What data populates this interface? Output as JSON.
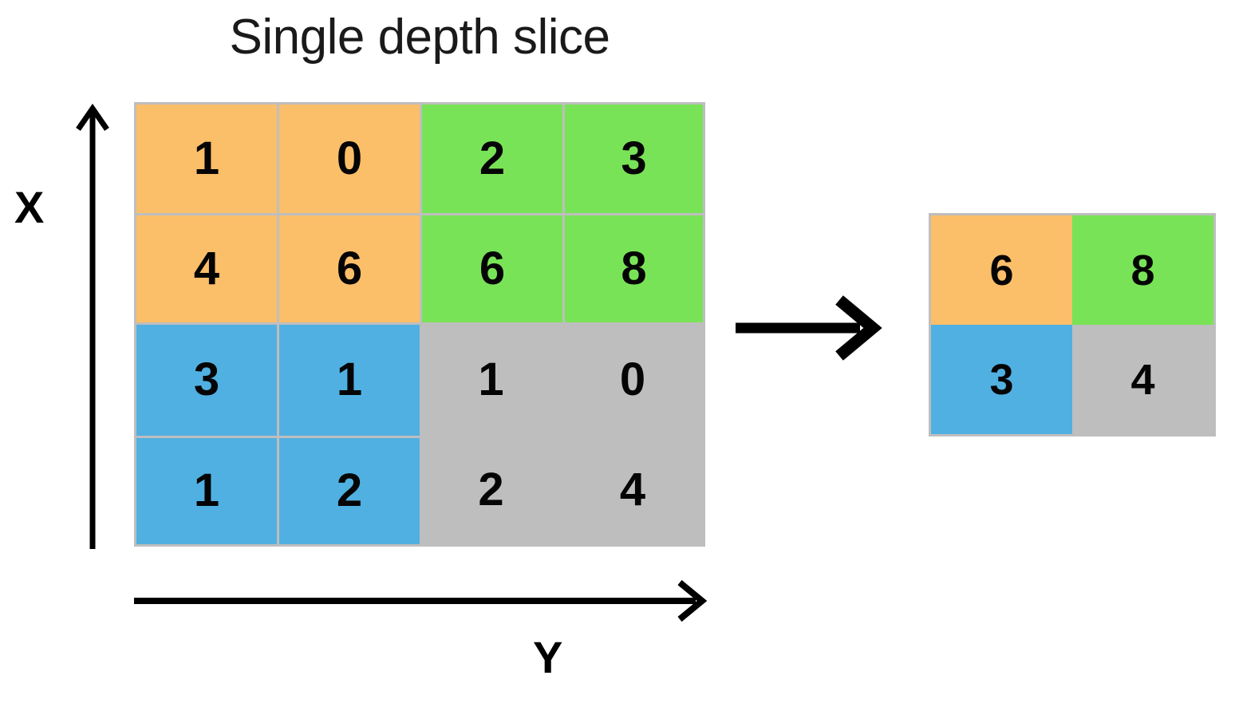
{
  "figure": {
    "title": "Single depth slice",
    "axes": {
      "vertical": {
        "label": "X",
        "icon": "up-arrow-icon"
      },
      "horizontal": {
        "label": "Y",
        "icon": "right-arrow-icon"
      }
    },
    "transition": {
      "icon": "right-arrow-icon"
    }
  },
  "colors": {
    "orange": "#fbbe69",
    "green": "#79e357",
    "blue": "#50b0e2",
    "gray": "#bebebe",
    "separator": "#bebebe",
    "text": "#050505",
    "background": "#ffffff"
  },
  "chart_data": {
    "type": "heatmap",
    "title": "Single depth slice",
    "xlabel": "Y",
    "ylabel": "X",
    "grid": true,
    "legend": "none",
    "input": {
      "name": "input-feature-map",
      "rows": 4,
      "cols": 4,
      "values": [
        [
          1,
          0,
          2,
          3
        ],
        [
          4,
          6,
          6,
          8
        ],
        [
          3,
          1,
          1,
          0
        ],
        [
          1,
          2,
          2,
          4
        ]
      ],
      "pool_regions": [
        [
          "orange",
          "orange",
          "green",
          "green"
        ],
        [
          "orange",
          "orange",
          "green",
          "green"
        ],
        [
          "blue",
          "blue",
          "gray",
          "gray"
        ],
        [
          "blue",
          "blue",
          "gray",
          "gray"
        ]
      ]
    },
    "output": {
      "name": "max-pooled-output",
      "rows": 2,
      "cols": 2,
      "values": [
        [
          6,
          8
        ],
        [
          3,
          4
        ]
      ],
      "pool_regions": [
        [
          "orange",
          "green"
        ],
        [
          "blue",
          "gray"
        ]
      ]
    }
  }
}
